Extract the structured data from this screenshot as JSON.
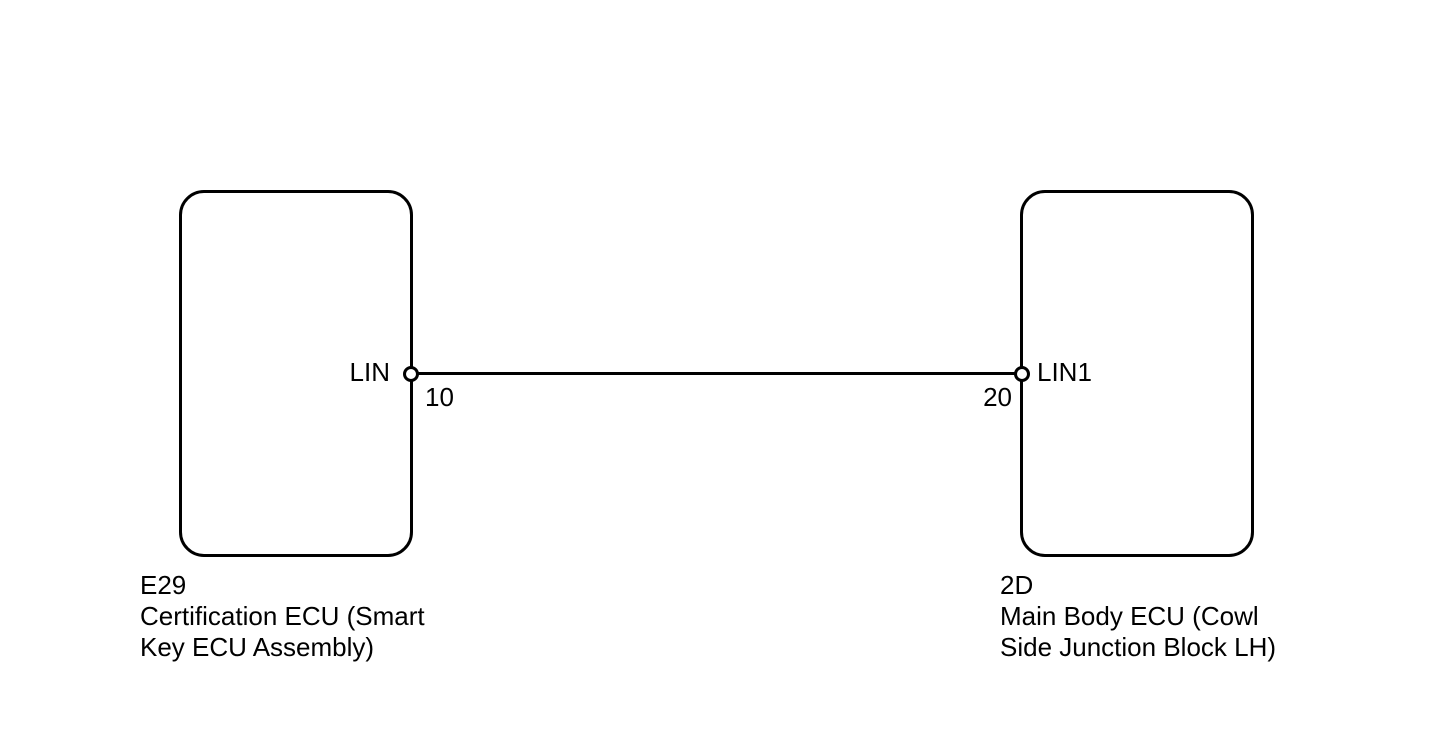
{
  "diagram": {
    "colors": {
      "background": "#ffffff",
      "line": "#000000",
      "text": "#000000"
    },
    "wire": {
      "left_pin_label": "LIN",
      "left_pin_number": "10",
      "right_pin_number": "20",
      "right_pin_label": "LIN1"
    },
    "components": {
      "left": {
        "code": "E29",
        "name": "Certification ECU (Smart Key ECU Assembly)"
      },
      "right": {
        "code": "2D",
        "name": "Main Body ECU (Cowl Side Junction Block LH)"
      }
    }
  }
}
